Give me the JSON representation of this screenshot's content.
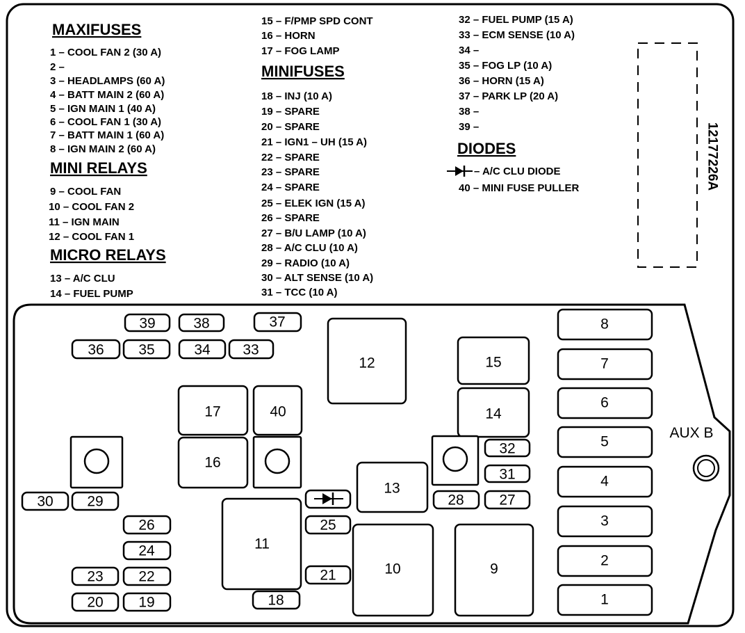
{
  "legend": {
    "maxifuses": {
      "header": "MAXIFUSES",
      "items": [
        "1 – COOL FAN 2 (30 A)",
        "2 –",
        "3 – HEADLAMPS (60 A)",
        "4 – BATT MAIN 2 (60 A)",
        "5 – IGN MAIN 1 (40 A)",
        "6 – COOL FAN 1 (30 A)",
        "7 – BATT MAIN 1 (60 A)",
        "8 – IGN MAIN 2 (60 A)"
      ]
    },
    "mini_relays": {
      "header": "MINI RELAYS",
      "items": [
        "9 – COOL FAN",
        "10 – COOL FAN 2",
        "11 – IGN MAIN",
        "12 – COOL FAN 1"
      ]
    },
    "micro_relays": {
      "header": "MICRO RELAYS",
      "items": [
        "13 – A/C CLU",
        "14 – FUEL PUMP",
        "15 – F/PMP SPD CONT",
        "16 – HORN",
        "17 – FOG LAMP"
      ]
    },
    "minifuses": {
      "header": "MINIFUSES",
      "items": [
        "18 – INJ (10 A)",
        "19 – SPARE",
        "20 – SPARE",
        "21 – IGN1 – UH (15 A)",
        "22 – SPARE",
        "23 – SPARE",
        "24 – SPARE",
        "25 – ELEK IGN (15 A)",
        "26 – SPARE",
        "27 – B/U LAMP (10 A)",
        "28 – A/C CLU (10 A)",
        "29 – RADIO (10 A)",
        "30 – ALT SENSE (10 A)",
        "31 – TCC (10 A)"
      ]
    },
    "col3": {
      "items": [
        "32 – FUEL PUMP (15 A)",
        "33 – ECM SENSE (10 A)",
        "34 –",
        "35 – FOG LP (10 A)",
        "36 – HORN (15 A)",
        "37 – PARK LP (20 A)",
        "38 –",
        "39 –"
      ]
    },
    "diodes": {
      "header": "DIODES",
      "items": [
        "– A/C CLU DIODE",
        "40 – MINI FUSE PULLER"
      ]
    }
  },
  "part_number": "12177226A",
  "aux_label": "AUX B",
  "components": {
    "maxifuses": [
      "8",
      "7",
      "6",
      "5",
      "4",
      "3",
      "2",
      "1"
    ],
    "r9": "9",
    "r10": "10",
    "r11": "11",
    "r12": "12",
    "r13": "13",
    "r14": "14",
    "r15": "15",
    "r16": "16",
    "r17": "17",
    "f18": "18",
    "f19": "19",
    "f20": "20",
    "f21": "21",
    "f22": "22",
    "f23": "23",
    "f24": "24",
    "f25": "25",
    "f26": "26",
    "f27": "27",
    "f28": "28",
    "f29": "29",
    "f30": "30",
    "f31": "31",
    "f32": "32",
    "f33": "33",
    "f34": "34",
    "f35": "35",
    "f36": "36",
    "f37": "37",
    "f38": "38",
    "f39": "39",
    "p40": "40"
  }
}
